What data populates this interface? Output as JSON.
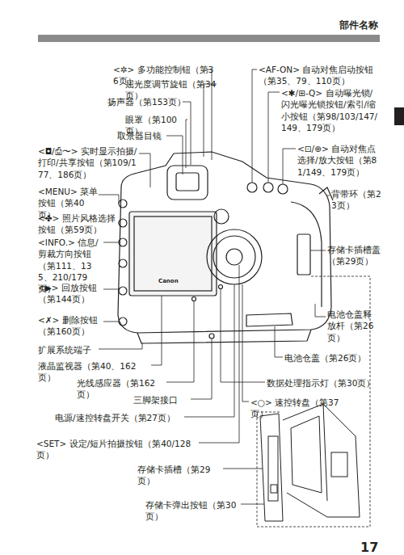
{
  "diagram": {
    "title": "部件名称",
    "labels": [
      "<✲> 多功能控制钮（第36页）",
      "屈光度调节旋钮（第34页）",
      "扬声器（第153页）",
      "眼罩（第100页）",
      "取景器目镜",
      "<◘/⎙〜> 实时显示拍摄/打印/共享按钮（第109/177、186页）",
      "<MENU> 菜单按钮（第40页）",
      "<✤> 照片风格选择按钮（第59页）",
      "<INFO.> 信息/剪裁方向按钮（第111、135、210/179页）",
      "<▶> 回放按钮（第144页）",
      "<✗> 删除按钮（第160页）",
      "扩展系统端子",
      "液晶监视器（第40、162页）",
      "光线感应器（第162页）",
      "三脚架接口",
      "电源/速控转盘开关（第27页）",
      "<SET> 设定/短片拍摄按钮（第40/128页）",
      "存储卡插槽（第29页）",
      "存储卡弹出按钮（第30页）",
      "<AF-ON> 自动对焦启动按钮（第35、79、110页）",
      "<✱/⊞-Q> 自动曝光锁/闪光曝光锁按钮/索引/缩小按钮（第98/103/147/149、179页）",
      "<⊡/⊕> 自动对焦点选择/放大按钮（第81/149、179页）",
      "背带环（第23页）",
      "存储卡插槽盖（第29页）",
      "电池仓盖释放杆（第26页）",
      "电池仓盖（第26页）",
      "数据处理指示灯（第30页）",
      "<○> 速控转盘（第37页）",
      "Canon",
      "17"
    ]
  }
}
